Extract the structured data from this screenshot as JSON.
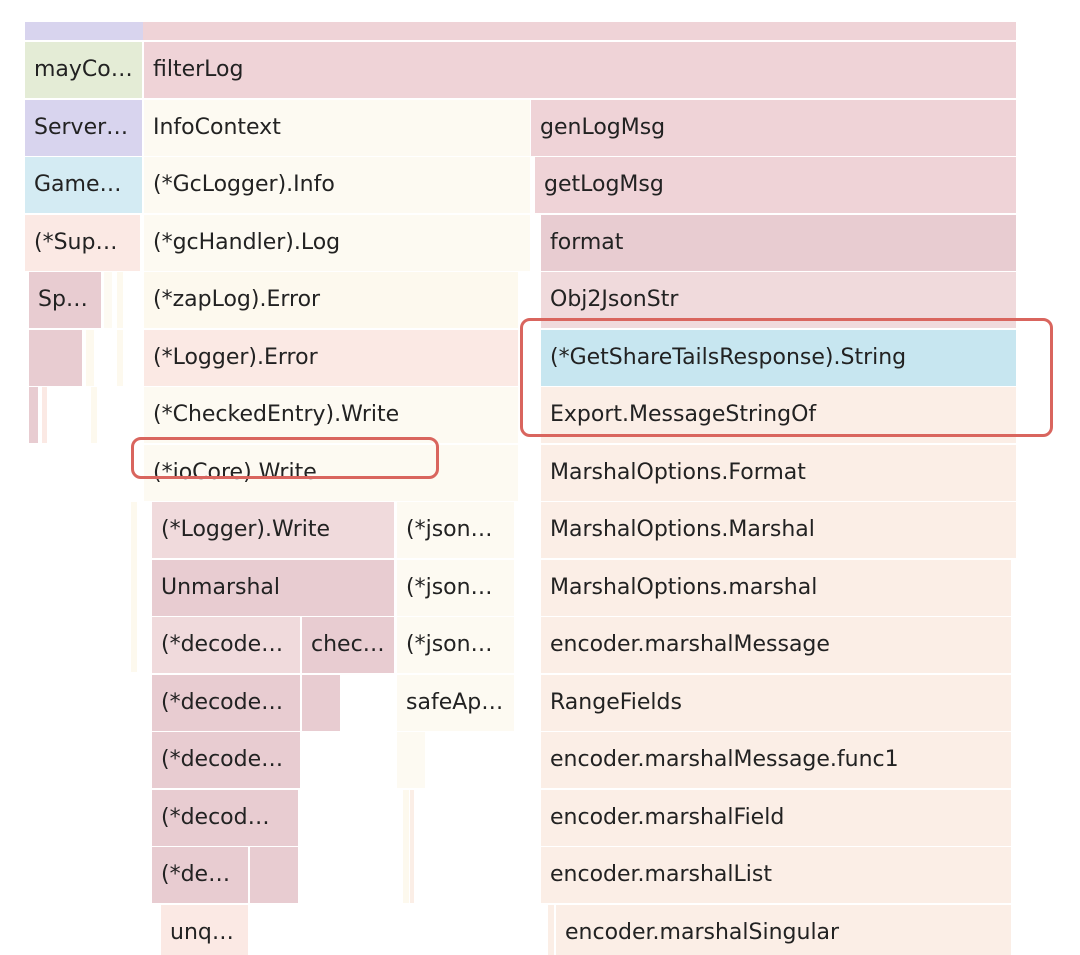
{
  "palette": {
    "red": "#efd3d7",
    "pink": "#f0dadc",
    "rose": "#e8ccd1",
    "blush": "#fbe9e4",
    "peach": "#fbeee6",
    "cream": "#fdf9ee",
    "ivory": "#fdfaf2",
    "lavender": "#d8d4ee",
    "green": "#e4ecd6",
    "blue": "#d4ebf3",
    "cyan": "#c7e6f0",
    "blank": "#fbf7f5"
  },
  "highlight_color": "#d9655e",
  "flame_graph": {
    "frames": [
      {
        "label": "",
        "color": "lavender"
      },
      {
        "label": "",
        "color": "red"
      },
      {
        "label": "mayCo…",
        "color": "green"
      },
      {
        "label": "filterLog",
        "color": "red"
      },
      {
        "label": "Server…",
        "color": "lavender"
      },
      {
        "label": "InfoContext",
        "color": "ivory"
      },
      {
        "label": "genLogMsg",
        "color": "red"
      },
      {
        "label": "Game…",
        "color": "blue"
      },
      {
        "label": "(*GcLogger).Info",
        "color": "ivory"
      },
      {
        "label": "getLogMsg",
        "color": "red"
      },
      {
        "label": "(*Sup…",
        "color": "blush"
      },
      {
        "label": "(*gcHandler).Log",
        "color": "ivory"
      },
      {
        "label": "format",
        "color": "rose"
      },
      {
        "label": "Sp…",
        "color": "rose"
      },
      {
        "label": "(*zapLog).Error",
        "color": "cream"
      },
      {
        "label": "Obj2JsonStr",
        "color": "pink"
      },
      {
        "label": "",
        "color": "rose"
      },
      {
        "label": "(*Logger).Error",
        "color": "blush"
      },
      {
        "label": "(*GetShareTailsResponse).String",
        "color": "cyan"
      },
      {
        "label": "",
        "color": "rose"
      },
      {
        "label": "(*CheckedEntry).Write",
        "color": "ivory"
      },
      {
        "label": "Export.MessageStringOf",
        "color": "peach"
      },
      {
        "label": "(*ioCore).Write",
        "color": "ivory"
      },
      {
        "label": "MarshalOptions.Format",
        "color": "peach"
      },
      {
        "label": "(*Logger).Write",
        "color": "pink"
      },
      {
        "label": "(*json…",
        "color": "ivory"
      },
      {
        "label": "MarshalOptions.Marshal",
        "color": "peach"
      },
      {
        "label": "Unmarshal",
        "color": "rose"
      },
      {
        "label": "(*json…",
        "color": "ivory"
      },
      {
        "label": "MarshalOptions.marshal",
        "color": "peach"
      },
      {
        "label": "(*decode…",
        "color": "pink"
      },
      {
        "label": "chec…",
        "color": "rose"
      },
      {
        "label": "(*json…",
        "color": "ivory"
      },
      {
        "label": "encoder.marshalMessage",
        "color": "peach"
      },
      {
        "label": "(*decode…",
        "color": "rose"
      },
      {
        "label": "",
        "color": "rose"
      },
      {
        "label": "safeAp…",
        "color": "ivory"
      },
      {
        "label": "RangeFields",
        "color": "peach"
      },
      {
        "label": "(*decode…",
        "color": "rose"
      },
      {
        "label": "",
        "color": "ivory"
      },
      {
        "label": "encoder.marshalMessage.func1",
        "color": "peach"
      },
      {
        "label": "(*decod…",
        "color": "rose"
      },
      {
        "label": "encoder.marshalField",
        "color": "peach"
      },
      {
        "label": "(*de…",
        "color": "rose"
      },
      {
        "label": "",
        "color": "rose"
      },
      {
        "label": "encoder.marshalList",
        "color": "peach"
      },
      {
        "label": "unq…",
        "color": "blush"
      },
      {
        "label": "encoder.marshalSingular",
        "color": "peach"
      }
    ]
  }
}
